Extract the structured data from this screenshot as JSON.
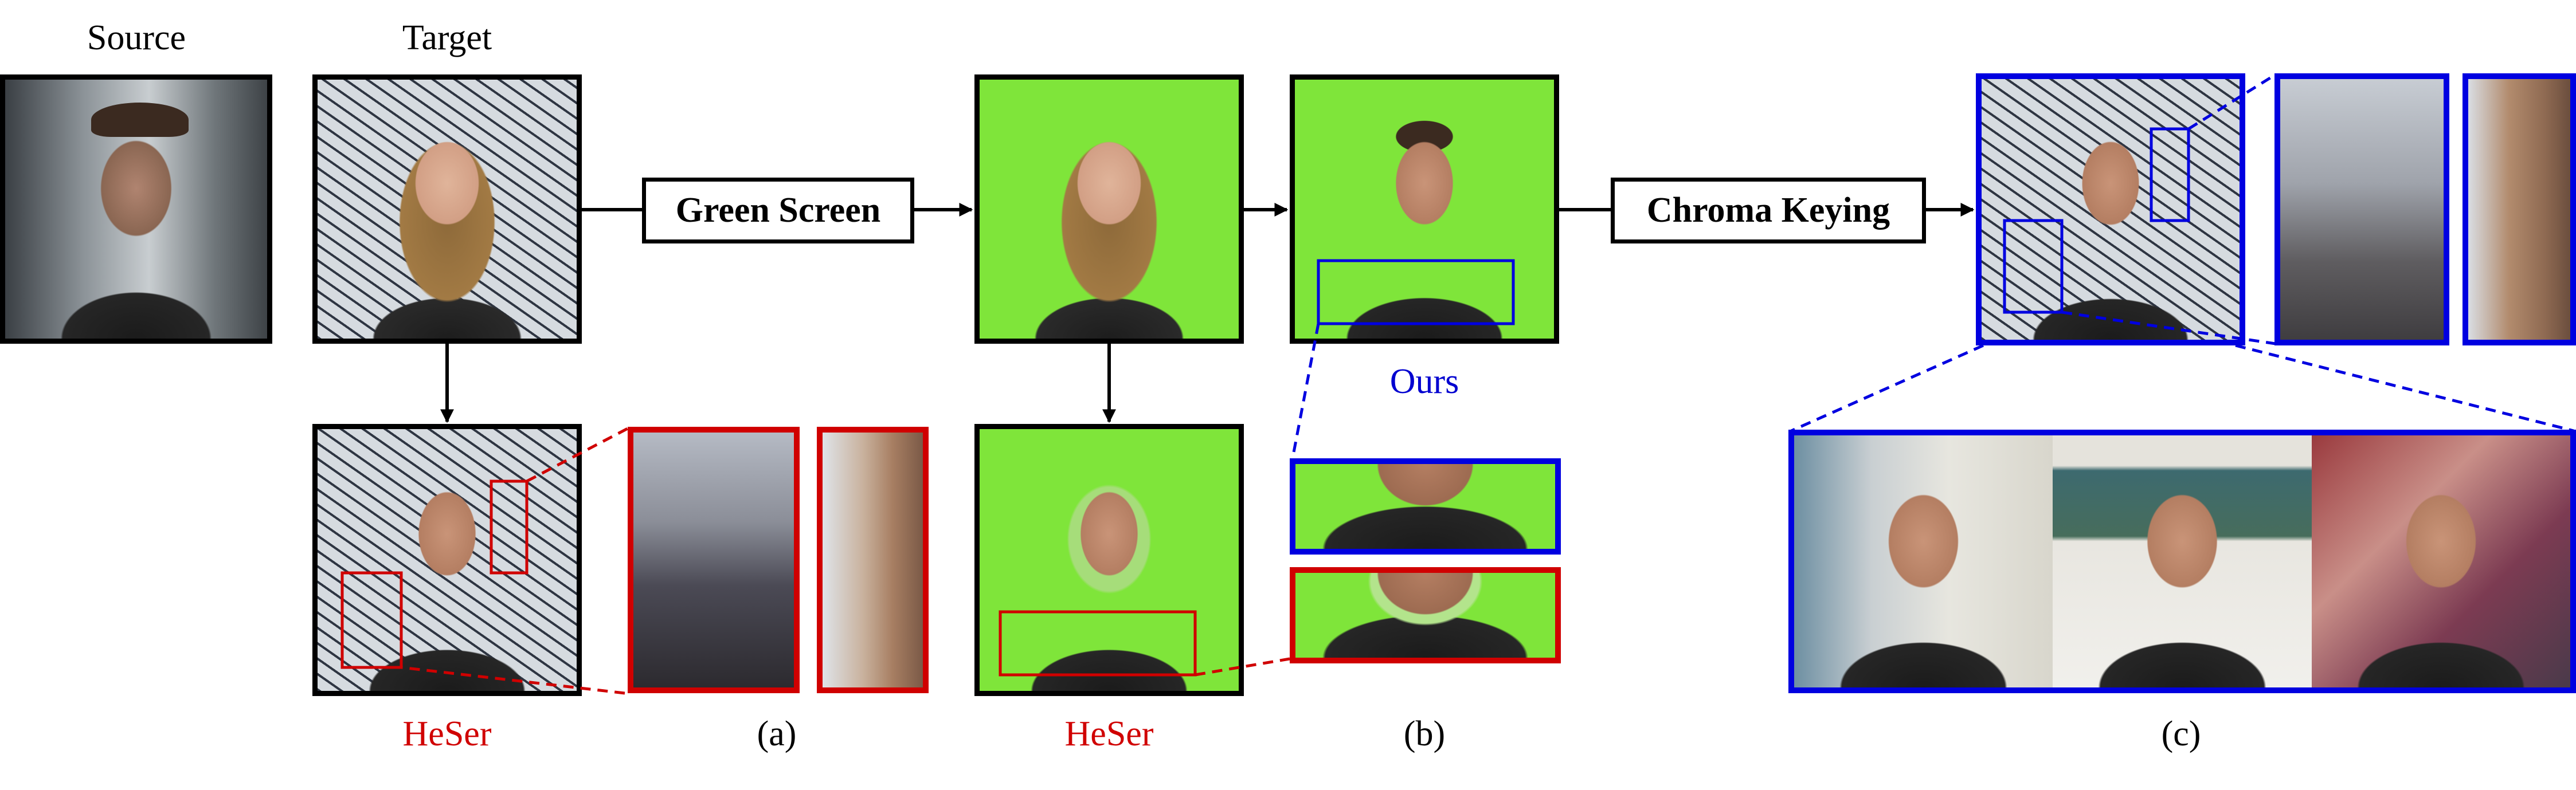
{
  "labels": {
    "source": "Source",
    "target": "Target",
    "ours": "Ours",
    "heser_a": "HeSer",
    "heser_b": "HeSer",
    "a": "(a)",
    "b": "(b)",
    "c": "(c)"
  },
  "boxes": {
    "green_screen": "Green Screen",
    "chroma_keying": "Chroma Keying"
  },
  "colors": {
    "green_screen": "#7fe53a",
    "ours": "#0000e0",
    "heser": "#d00000"
  }
}
